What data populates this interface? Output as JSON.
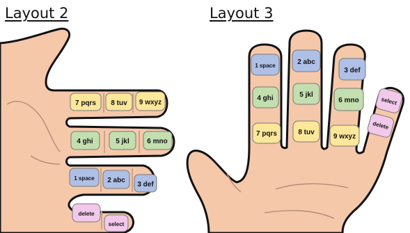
{
  "layout2": {
    "title": "Layout 2",
    "rows": [
      [
        "7 pqrs",
        "8 tuv",
        "9 wxyz"
      ],
      [
        "4 ghi",
        "5 jkl",
        "6 mno"
      ],
      [
        "1 space",
        "2 abc",
        "3 def"
      ],
      [
        "delete",
        "select"
      ]
    ]
  },
  "layout3": {
    "title": "Layout 3",
    "fingers": [
      [
        "1 space",
        "4 ghi",
        "7 pqrs"
      ],
      [
        "2 abc",
        "5 jkl",
        "8 tuv"
      ],
      [
        "3 def",
        "6 mno",
        "9 wxyz"
      ],
      [
        "select",
        "delete"
      ]
    ]
  },
  "colors": {
    "skin": "#F5C8AA",
    "outline": "#111111",
    "key_yellow": "#FCE79A",
    "key_green": "#C3DFB0",
    "key_blue": "#AFC0E6",
    "key_pink": "#F2C9EA",
    "joint": "#C9A38C"
  }
}
